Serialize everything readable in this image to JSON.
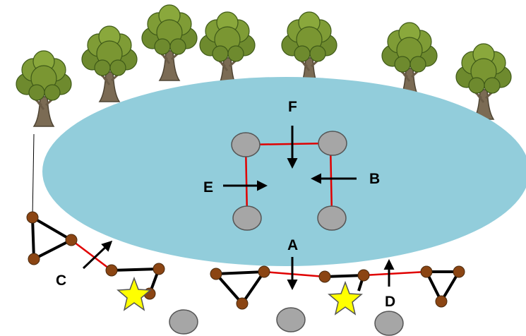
{
  "labels": {
    "a": "A",
    "b": "B",
    "c": "C",
    "d": "D",
    "e": "E",
    "f": "F"
  },
  "colors": {
    "lake": "#92cddb",
    "rope": "#e00000",
    "node_brown": "#8b4513",
    "stone_gray": "#a6a6a6",
    "star_yellow": "#ffff00",
    "foliage": "#6e8a2e",
    "trunk": "#7b6b54"
  },
  "icons": {
    "tree": "tree-icon",
    "star": "star-icon",
    "stone": "stone-icon",
    "arrow": "arrow-icon"
  }
}
